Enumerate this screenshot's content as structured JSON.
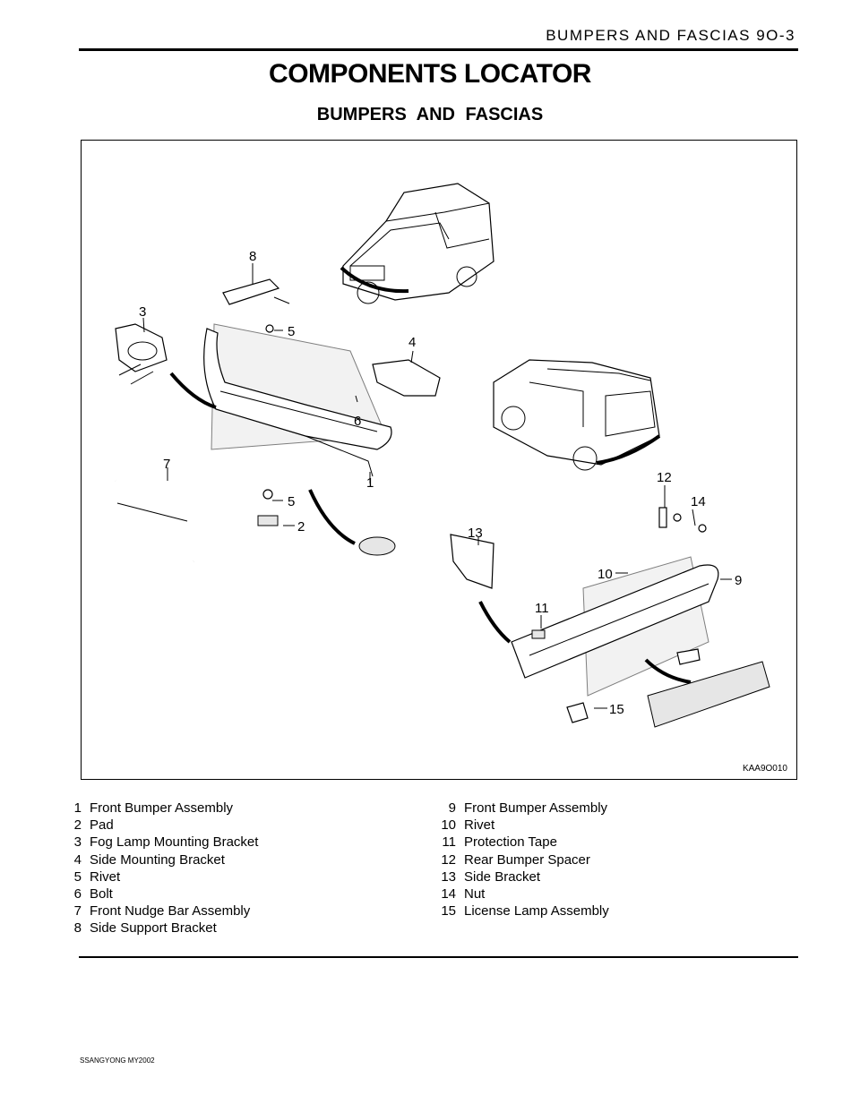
{
  "header": {
    "section_title": "BUMPERS AND FASCIAS  9O-3"
  },
  "title": "COMPONENTS LOCATOR",
  "subtitle": "BUMPERS  AND  FASCIAS",
  "figure": {
    "code": "KAA9O010",
    "callouts": [
      "1",
      "2",
      "3",
      "4",
      "5",
      "5",
      "6",
      "7",
      "8",
      "9",
      "10",
      "11",
      "12",
      "13",
      "14",
      "15"
    ]
  },
  "legend_left": [
    {
      "num": "1",
      "label": "Front Bumper Assembly"
    },
    {
      "num": "2",
      "label": "Pad"
    },
    {
      "num": "3",
      "label": "Fog Lamp Mounting Bracket"
    },
    {
      "num": "4",
      "label": "Side Mounting Bracket"
    },
    {
      "num": "5",
      "label": "Rivet"
    },
    {
      "num": "6",
      "label": "Bolt"
    },
    {
      "num": "7",
      "label": "Front Nudge Bar Assembly"
    },
    {
      "num": "8",
      "label": "Side Support Bracket"
    }
  ],
  "legend_right": [
    {
      "num": "9",
      "label": "Front Bumper Assembly"
    },
    {
      "num": "10",
      "label": "Rivet"
    },
    {
      "num": "11",
      "label": "Protection Tape"
    },
    {
      "num": "12",
      "label": "Rear Bumper Spacer"
    },
    {
      "num": "13",
      "label": "Side Bracket"
    },
    {
      "num": "14",
      "label": "Nut"
    },
    {
      "num": "15",
      "label": "License Lamp Assembly"
    }
  ],
  "footer": {
    "text": "SSANGYONG  MY2002"
  }
}
